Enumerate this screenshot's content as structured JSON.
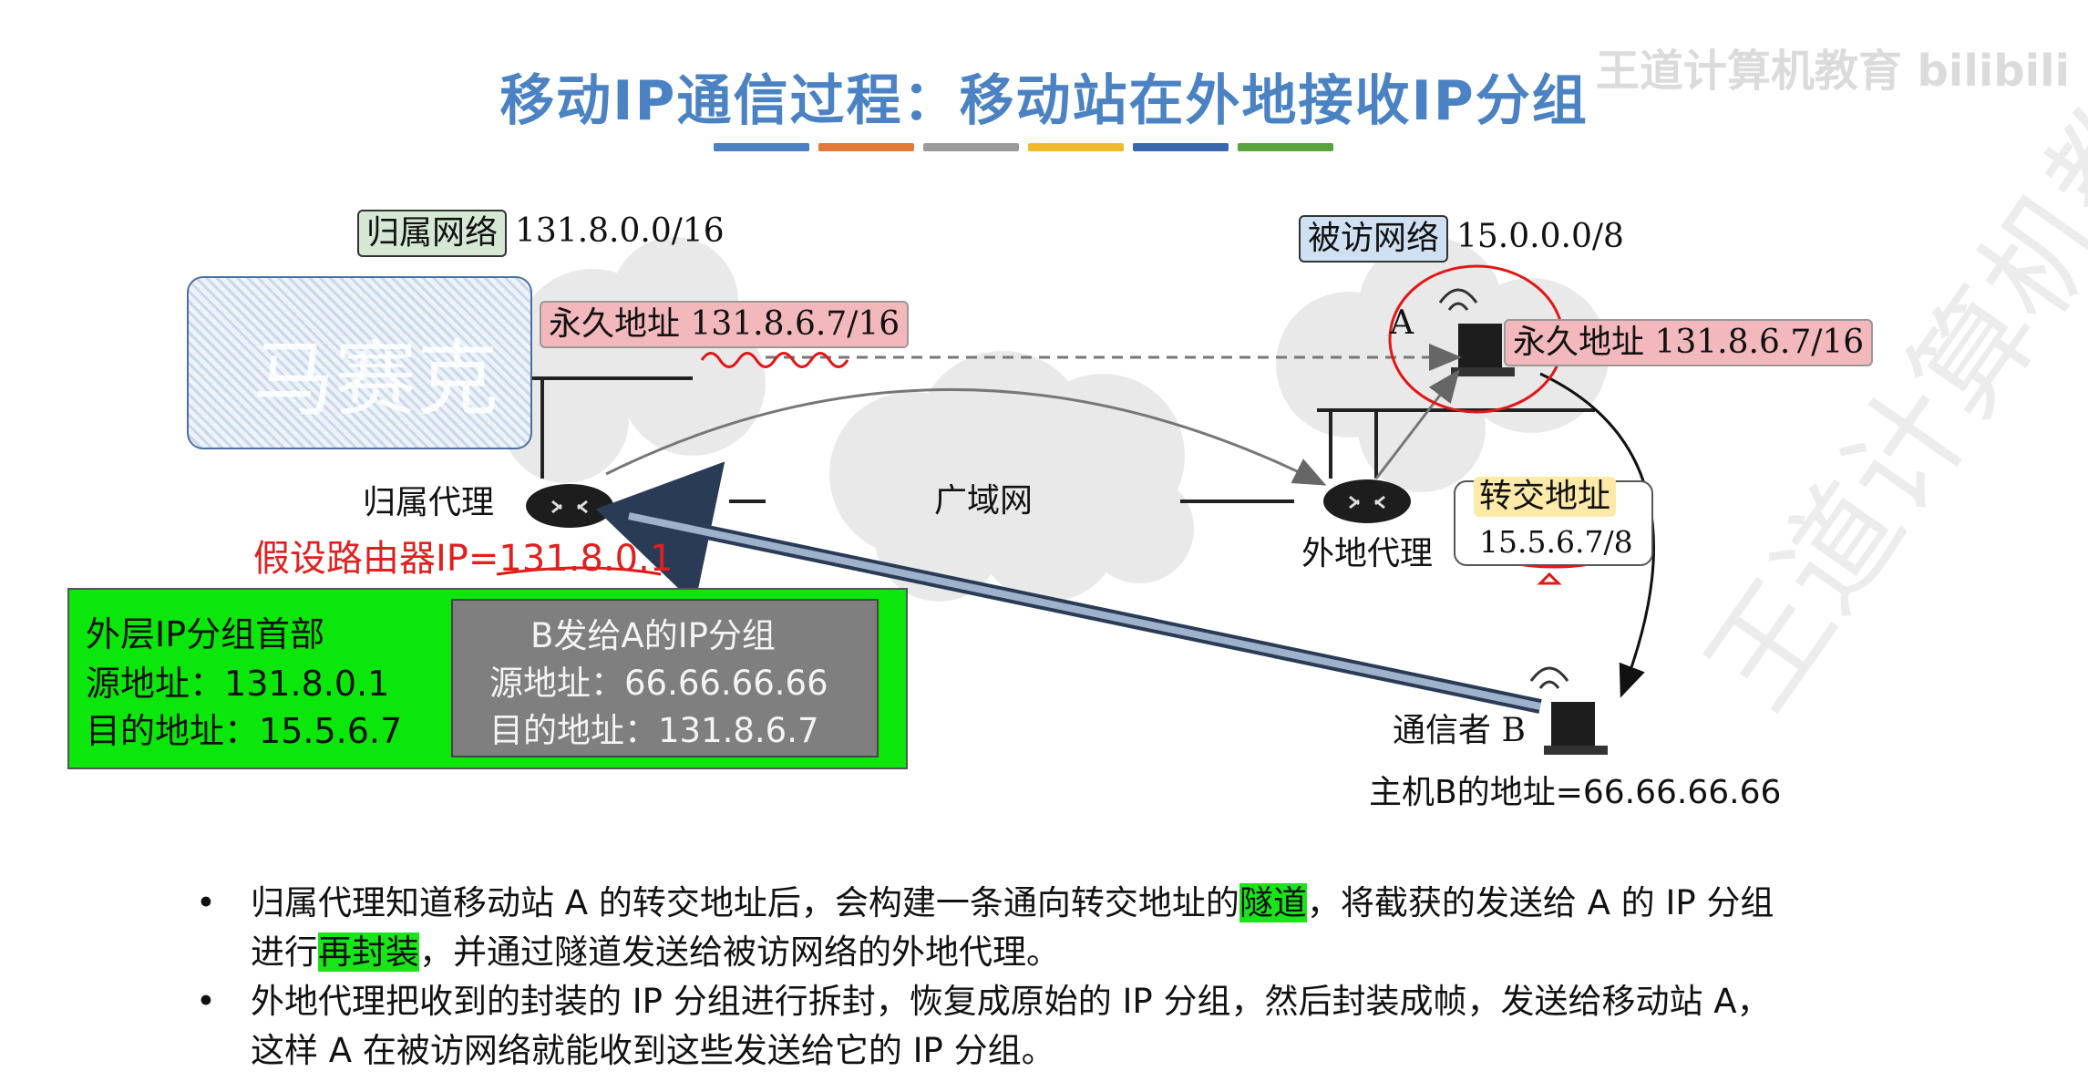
{
  "title": "移动IP通信过程：移动站在外地接收IP分组",
  "watermark": "王道计算机教育 bilibili",
  "background_watermark": "王道计算机教",
  "color_bars": [
    "#4a7fc1",
    "#e07a36",
    "#9a9a9a",
    "#f2b92d",
    "#3b66b0",
    "#5aa33c"
  ],
  "home_network": {
    "tag": "归属网络",
    "prefix": "131.8.0.0/16"
  },
  "visited_network": {
    "tag": "被访网络",
    "prefix": "15.0.0.0/8"
  },
  "hatch_text": "马赛克",
  "permanent_address_home": {
    "label": "永久地址",
    "value": "131.8.6.7/16"
  },
  "permanent_address_visited": {
    "label": "永久地址",
    "value": "131.8.6.7/16"
  },
  "station_a": "A",
  "home_agent": "归属代理",
  "foreign_agent": "外地代理",
  "wan": "广域网",
  "care_of_address": {
    "label": "转交地址",
    "value": "15.5.6.7/8"
  },
  "router_ip_note": "假设路由器IP=131.8.0.1",
  "outer_header": {
    "title": "外层IP分组首部",
    "src_label": "源地址：",
    "src_value": "131.8.0.1",
    "dst_label": "目的地址：",
    "dst_value": "15.5.6.7"
  },
  "inner_packet": {
    "title": "B发给A的IP分组",
    "src_label": "源地址：",
    "src_value": "66.66.66.66",
    "dst_label": "目的地址：",
    "dst_value": "131.8.6.7"
  },
  "correspondent": "通信者 B",
  "host_b_address": "主机B的地址=66.66.66.66",
  "bullets": [
    {
      "a": "归属代理知道移动站 A 的转交地址后，会构建一条通向转交地址的",
      "hl1": "隧道",
      "b": "，将截获的发送给 A 的 IP 分组",
      "c": "进行",
      "hl2": "再封装",
      "d": "，并通过隧道发送给被访网络的外地代理。"
    },
    {
      "line1": "外地代理把收到的封装的 IP 分组进行拆封，恢复成原始的 IP 分组，然后封装成帧，发送给移动站 A，",
      "line2": "这样 A 在被访网络就能收到这些发送给它的 IP 分组。"
    }
  ]
}
